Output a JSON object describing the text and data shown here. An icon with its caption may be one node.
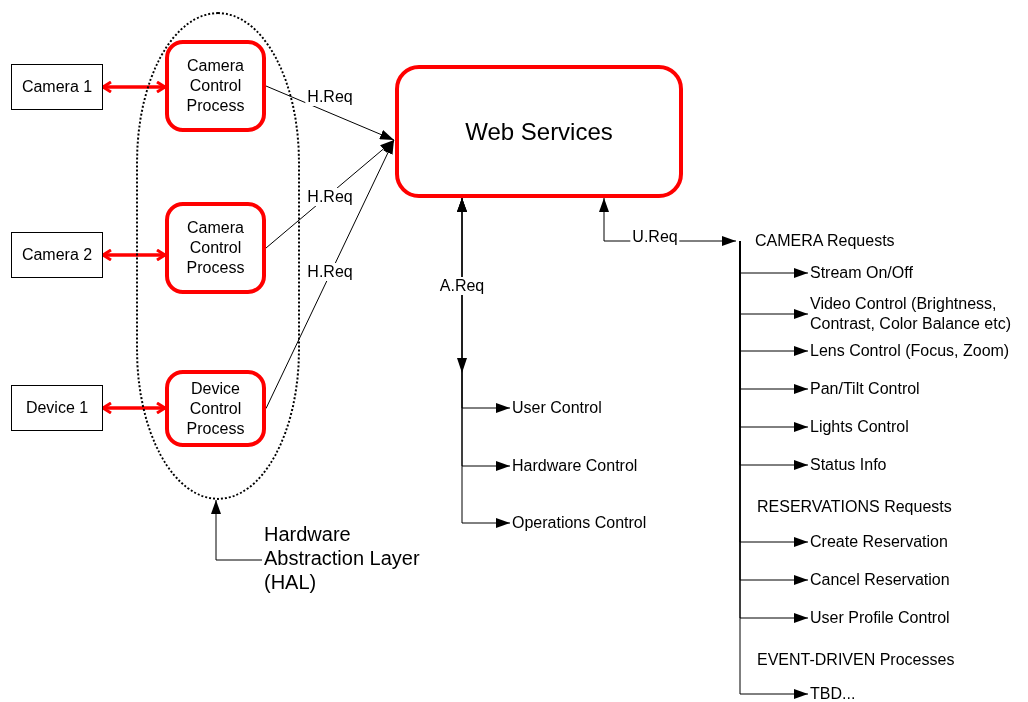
{
  "diagram": {
    "nodes": [
      {
        "text": [
          "Camera 1"
        ]
      },
      {
        "text": [],
        "shape": "ellipse"
      },
      {
        "text": [
          "Camera Control Process"
        ],
        "in": 1
      },
      {
        "text": [
          "Camera 2"
        ]
      },
      {
        "text": [
          "Camera Control Process"
        ],
        "in": 1
      },
      {
        "text": [
          "Device 1"
        ]
      },
      {
        "text": [
          "Device Control Process"
        ],
        "in": 1
      },
      {
        "text": [
          "Web Services"
        ]
      },
      {
        "text": [
          "Hardware Abstraction Layer (HAL)"
        ]
      },
      {
        "text": [
          "User Control"
        ]
      },
      {
        "text": [
          "Hardware Control"
        ]
      },
      {
        "text": [
          "Operations Control"
        ]
      },
      {
        "text": [
          "CAMERA Requests"
        ]
      },
      {
        "text": [
          "Stream On/Off"
        ]
      },
      {
        "text": [
          "Video Control (Brightness, Contrast, Color Balance etc)"
        ]
      },
      {
        "text": [
          "Lens Control (Focus, Zoom)"
        ]
      },
      {
        "text": [
          "Pan/Tilt Control"
        ]
      },
      {
        "text": [
          "Lights Control"
        ]
      },
      {
        "text": [
          "Status Info"
        ]
      },
      {
        "text": [
          "Create Reservation"
        ]
      },
      {
        "text": [
          "Cancel Reservation"
        ]
      },
      {
        "text": [
          "User Profile Control"
        ]
      },
      {
        "text": [
          "TBD..."
        ]
      }
    ],
    "edges": [
      {
        "from": 0,
        "to": 2,
        "arrow": "both",
        "style": "thick",
        "color": "#ff0000"
      },
      {
        "from": 3,
        "to": 4,
        "arrow": "both",
        "style": "thick",
        "color": "#ff0000"
      },
      {
        "from": 5,
        "to": 6,
        "arrow": "both",
        "style": "thick",
        "color": "#ff0000"
      },
      {
        "from": 2,
        "to": 7,
        "arrow": "to",
        "label": "H.Req"
      },
      {
        "from": 4,
        "to": 7,
        "arrow": "to",
        "label": "H.Req"
      },
      {
        "from": 6,
        "to": 7,
        "arrow": "to",
        "label": "H.Req"
      },
      {
        "from": 8,
        "to": 1,
        "arrow": "to"
      },
      {
        "from": 7,
        "to": 9,
        "arrow": "both",
        "label": "A.Req"
      },
      {
        "from": 7,
        "to": 10,
        "arrow": "both"
      },
      {
        "from": 7,
        "to": 11,
        "arrow": "both"
      },
      {
        "from": 7,
        "to": 12,
        "arrow": "both",
        "label": "U.Req"
      },
      {
        "from": 12,
        "to": 13,
        "arrow": "to"
      },
      {
        "from": 12,
        "to": 14,
        "arrow": "to"
      },
      {
        "from": 12,
        "to": 15,
        "arrow": "to"
      },
      {
        "from": 12,
        "to": 16,
        "arrow": "to"
      },
      {
        "from": 12,
        "to": 17,
        "arrow": "to"
      },
      {
        "from": 12,
        "to": 18,
        "arrow": "to"
      },
      {
        "from": 12,
        "to": 19,
        "arrow": "to"
      },
      {
        "from": 12,
        "to": 20,
        "arrow": "to"
      },
      {
        "from": 12,
        "to": 21,
        "arrow": "to"
      },
      {
        "from": 12,
        "to": 22,
        "arrow": "to"
      }
    ],
    "labels": [
      "RESERVATIONS Requests",
      "EVENT-DRIVEN Processes"
    ]
  }
}
